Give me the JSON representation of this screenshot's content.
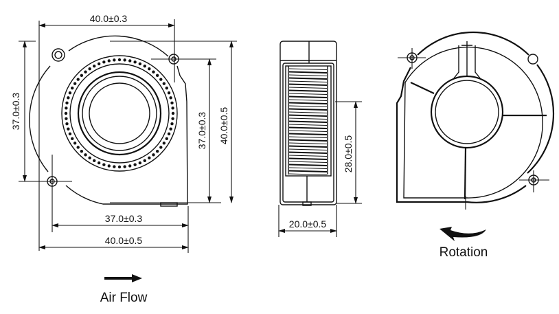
{
  "front_view": {
    "dim_top_width": "40.0±0.3",
    "dim_left_height": "37.0±0.3",
    "dim_right_hole_height": "37.0±0.3",
    "dim_right_height": "40.0±0.5",
    "dim_bottom_hole_width": "37.0±0.3",
    "dim_bottom_width": "40.0±0.5"
  },
  "side_view": {
    "dim_outlet": "28.0±0.5",
    "dim_thickness": "20.0±0.5"
  },
  "back_view": {
    "rotation_label": "Rotation"
  },
  "air_flow_label": "Air Flow",
  "colors": {
    "line": "#111111",
    "background": "#ffffff"
  }
}
